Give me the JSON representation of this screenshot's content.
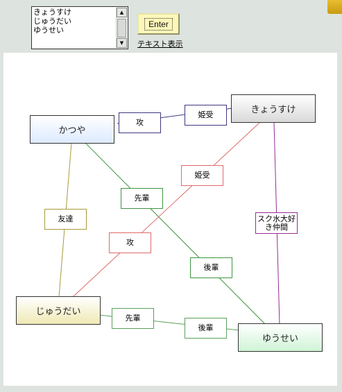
{
  "names_list": [
    "きょうすけ",
    "じゅうだい",
    "ゆうせい"
  ],
  "enter_label": "Enter",
  "text_display_label": "テキスト表示",
  "diagram": {
    "nodes": {
      "katsuya": {
        "label": "かつや",
        "fill": "#eef5ff"
      },
      "kyousuke": {
        "label": "きょうすけ",
        "fill": "#ececec"
      },
      "juudai": {
        "label": "じゅうだい",
        "fill": "#f7f4cf"
      },
      "yuusei": {
        "label": "ゆうせい",
        "fill": "#e7fbea"
      }
    },
    "edges": [
      {
        "from": "かつや",
        "to": "きょうすけ",
        "from_label": "攻",
        "to_label": "姫受",
        "color": "#3d3880"
      },
      {
        "from": "かつや",
        "to": "じゅうだい",
        "label": "友達",
        "color": "#a89a3a"
      },
      {
        "from": "かつや",
        "to": "ゆうせい",
        "from_label": "先輩",
        "to_label": "後輩",
        "color": "#3d9440"
      },
      {
        "from": "きょうすけ",
        "to": "じゅうだい",
        "from_label": "姫受",
        "to_label": "攻",
        "color": "#dd6a6a"
      },
      {
        "from": "きょうすけ",
        "to": "ゆうせい",
        "label": "スク水大好き仲間",
        "color": "#952d94"
      },
      {
        "from": "じゅうだい",
        "to": "ゆうせい",
        "from_label": "先輩",
        "to_label": "後輩",
        "color": "#5aa05a"
      }
    ],
    "labels": {
      "katsuya_kyousuke_attack": "攻",
      "katsuya_kyousuke_hime": "姫受",
      "kyousuke_juudai_hime": "姫受",
      "kyousuke_juudai_attack": "攻",
      "katsuya_yuusei_senpai": "先輩",
      "katsuya_yuusei_kouhai": "後輩",
      "katsuya_juudai_friends": "友達",
      "kyousuke_yuusei_swimsuit": "スク水大好き仲間",
      "juudai_yuusei_senpai": "先輩",
      "juudai_yuusei_kouhai": "後輩"
    }
  }
}
